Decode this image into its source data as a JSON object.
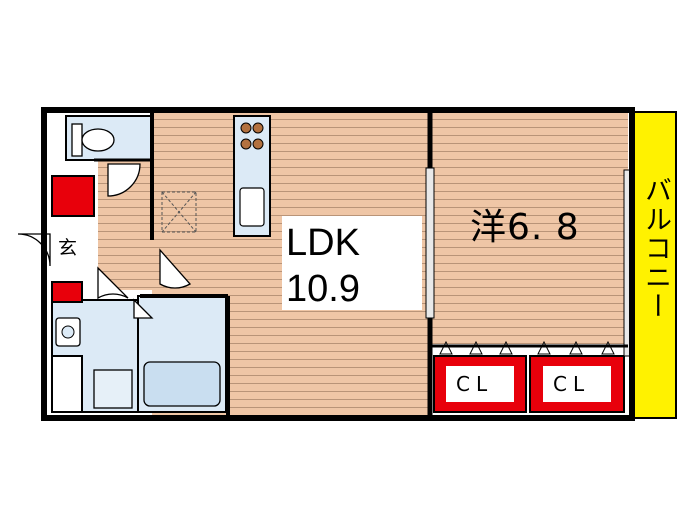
{
  "rooms": {
    "ldk": {
      "label": "LDK",
      "size": "10.9"
    },
    "western": {
      "label": "洋6. 8"
    },
    "balcony": {
      "label": "バルコニー"
    },
    "entrance": {
      "label": "玄"
    },
    "closet1": {
      "label": "CL"
    },
    "closet2": {
      "label": "CL"
    }
  },
  "colors": {
    "wall": "#000000",
    "floor_wood": "#efc6a6",
    "floor_line": "#b99478",
    "wet_area": "#dceaf6",
    "storage_red": "#e8000b",
    "balcony_yellow": "#fff200"
  }
}
